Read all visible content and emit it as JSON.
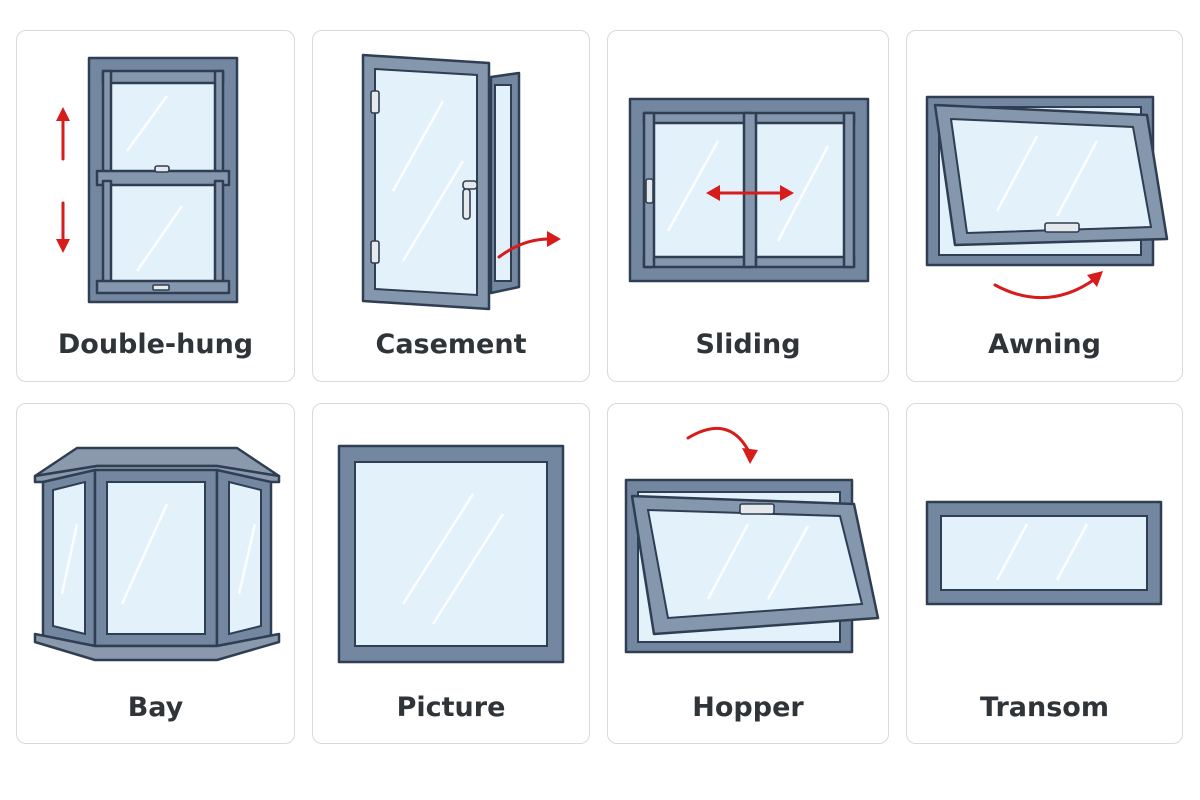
{
  "windows": [
    {
      "label": "Double-hung",
      "icon": "double-hung-window-icon"
    },
    {
      "label": "Casement",
      "icon": "casement-window-icon"
    },
    {
      "label": "Sliding",
      "icon": "sliding-window-icon"
    },
    {
      "label": "Awning",
      "icon": "awning-window-icon"
    },
    {
      "label": "Bay",
      "icon": "bay-window-icon"
    },
    {
      "label": "Picture",
      "icon": "picture-window-icon"
    },
    {
      "label": "Hopper",
      "icon": "hopper-window-icon"
    },
    {
      "label": "Transom",
      "icon": "transom-window-icon"
    }
  ],
  "colors": {
    "frame": "#7388a0",
    "frame_outline": "#2f3e52",
    "glass": "#e3f1fb",
    "arrow": "#d81b1b",
    "label": "#2f3438",
    "card_border": "#d9d9d9"
  }
}
